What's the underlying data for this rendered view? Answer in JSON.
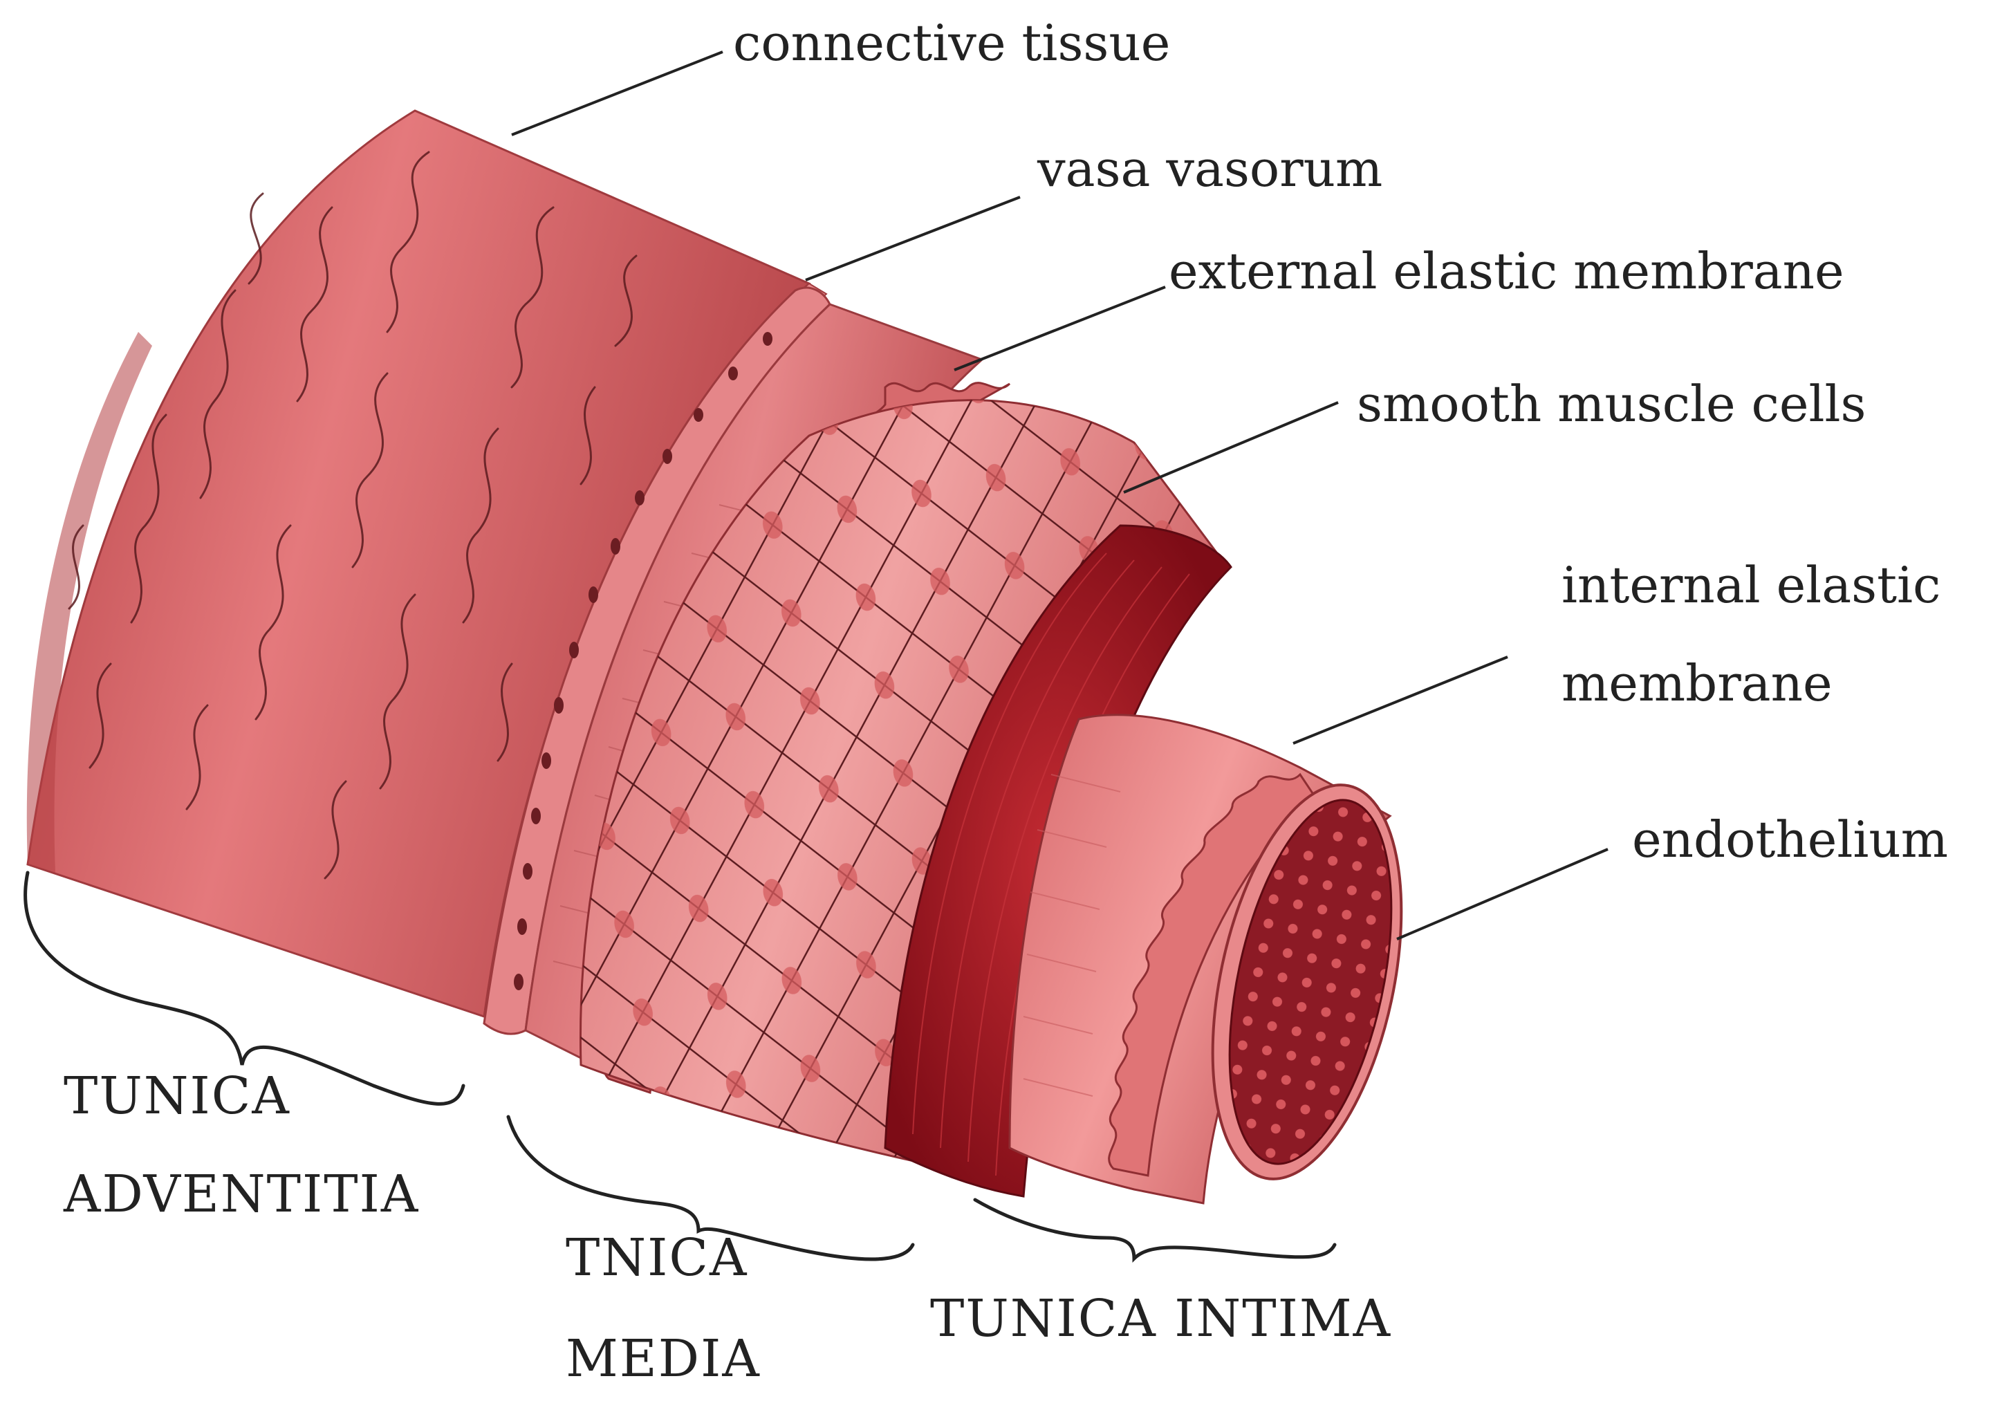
{
  "labels": {
    "connective_tissue": "connective tissue",
    "vasa_vasorum": "vasa vasorum",
    "external_elastic_membrane": "external elastic membrane",
    "smooth_muscle_cells": "smooth muscle cells",
    "internal_elastic_line1": "internal elastic",
    "internal_elastic_line2": "membrane",
    "endothelium": "endothelium",
    "tunica_adventitia_line1": "TUNICA",
    "tunica_adventitia_line2": "ADVENTITIA",
    "tunica_media_line1": "TNICA",
    "tunica_media_line2": "MEDIA",
    "tunica_intima": "TUNICA INTIMA"
  },
  "colors": {
    "adventitia": "#c85a5c",
    "adventitia_light": "#e98285",
    "media": "#d86a6d",
    "muscle": "#e68f8f",
    "muscle_nucleus": "#cf5a5c",
    "intima": "#e37e80",
    "elastic": "#d66a6c",
    "lumen_dark": "#7a0f1c",
    "cut_face": "#9e1822",
    "ink": "#222222"
  }
}
